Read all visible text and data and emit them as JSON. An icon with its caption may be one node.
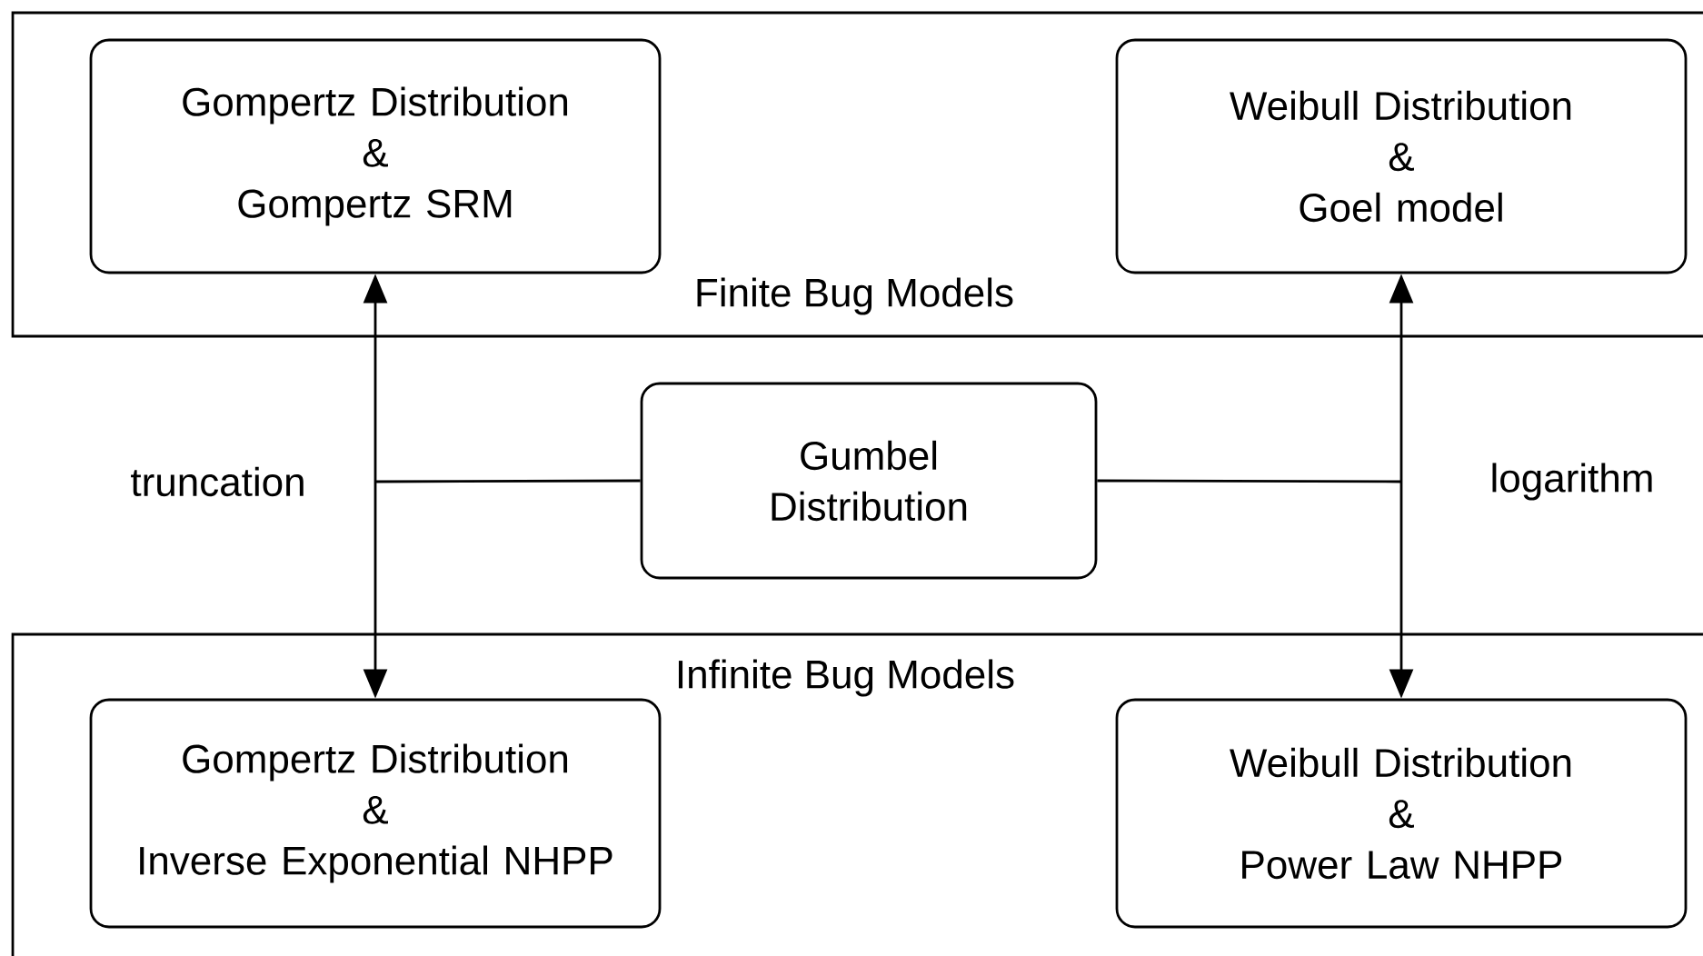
{
  "diagram": {
    "nodes": [
      {
        "text": [
          "Finite Bug Models"
        ]
      },
      {
        "text": [
          "Gompertz Distribution",
          "&",
          "Gompertz SRM"
        ],
        "in": 0
      },
      {
        "text": [
          "Weibull Distribution",
          "&",
          "Goel model"
        ],
        "in": 0
      },
      {
        "text": [
          "Gumbel Distribution"
        ]
      },
      {
        "text": [
          "Infinite Bug Models"
        ]
      },
      {
        "text": [
          "Gompertz Distribution",
          "&",
          "Inverse Exponential NHPP"
        ],
        "in": 4
      },
      {
        "text": [
          "Weibull Distribution",
          "&",
          "Power Law NHPP"
        ],
        "in": 4
      }
    ],
    "edges": [
      {
        "from": 1,
        "to": 5,
        "arrow": "both",
        "label": "truncation"
      },
      {
        "from": 2,
        "to": 6,
        "arrow": "both",
        "label": "logarithm"
      },
      {
        "from": 3,
        "to": null,
        "arrow": "none"
      },
      {
        "from": 3,
        "to": null,
        "arrow": "none"
      }
    ]
  }
}
